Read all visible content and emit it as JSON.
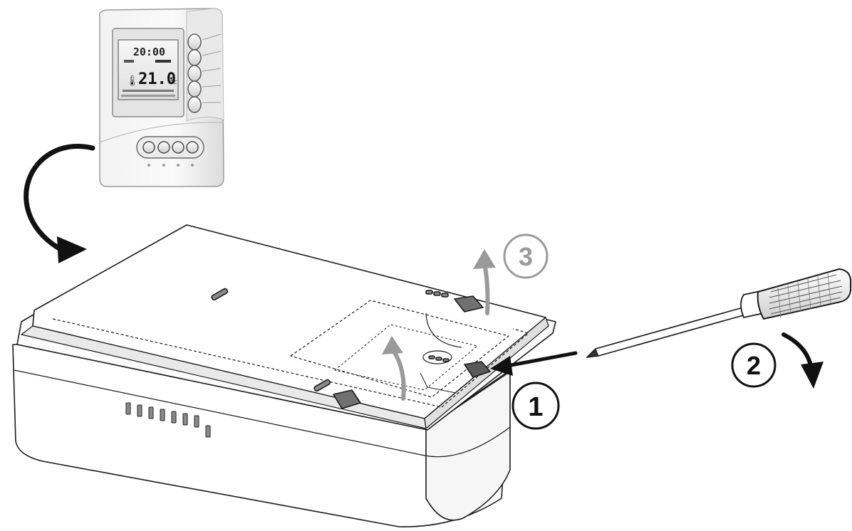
{
  "thermostat": {
    "display_time": "20:00",
    "display_temp": "21.0",
    "display_unit": "°c"
  },
  "steps": {
    "step1": "1",
    "step2": "2",
    "step3": "3"
  },
  "colors": {
    "line": "#1a1a1a",
    "step3_gray": "#9a9a9a",
    "latch_fill": "#707070",
    "panel_light": "#f4f4f4"
  }
}
